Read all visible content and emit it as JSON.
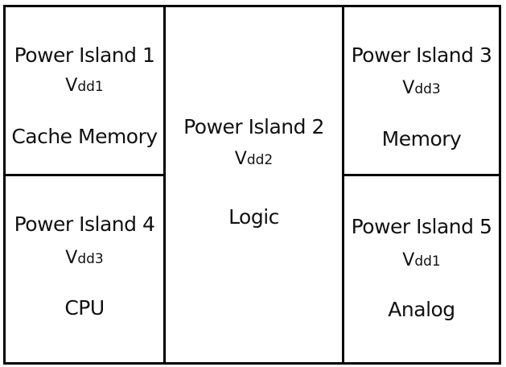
{
  "islands": [
    {
      "title": "Power Island 1",
      "vdd_main": "V",
      "vdd_sub": "dd1",
      "function": "Cache Memory"
    },
    {
      "title": "Power Island 2",
      "vdd_main": "V",
      "vdd_sub": "dd2",
      "function": "Logic"
    },
    {
      "title": "Power Island 3",
      "vdd_main": "V",
      "vdd_sub": "dd3",
      "function": "Memory"
    },
    {
      "title": "Power Island 4",
      "vdd_main": "V",
      "vdd_sub": "dd3",
      "function": "CPU"
    },
    {
      "title": "Power Island 5",
      "vdd_main": "V",
      "vdd_sub": "dd1",
      "function": "Analog"
    }
  ],
  "colors": {
    "border": "#000000",
    "background": "#ffffff",
    "text": "#111111"
  }
}
